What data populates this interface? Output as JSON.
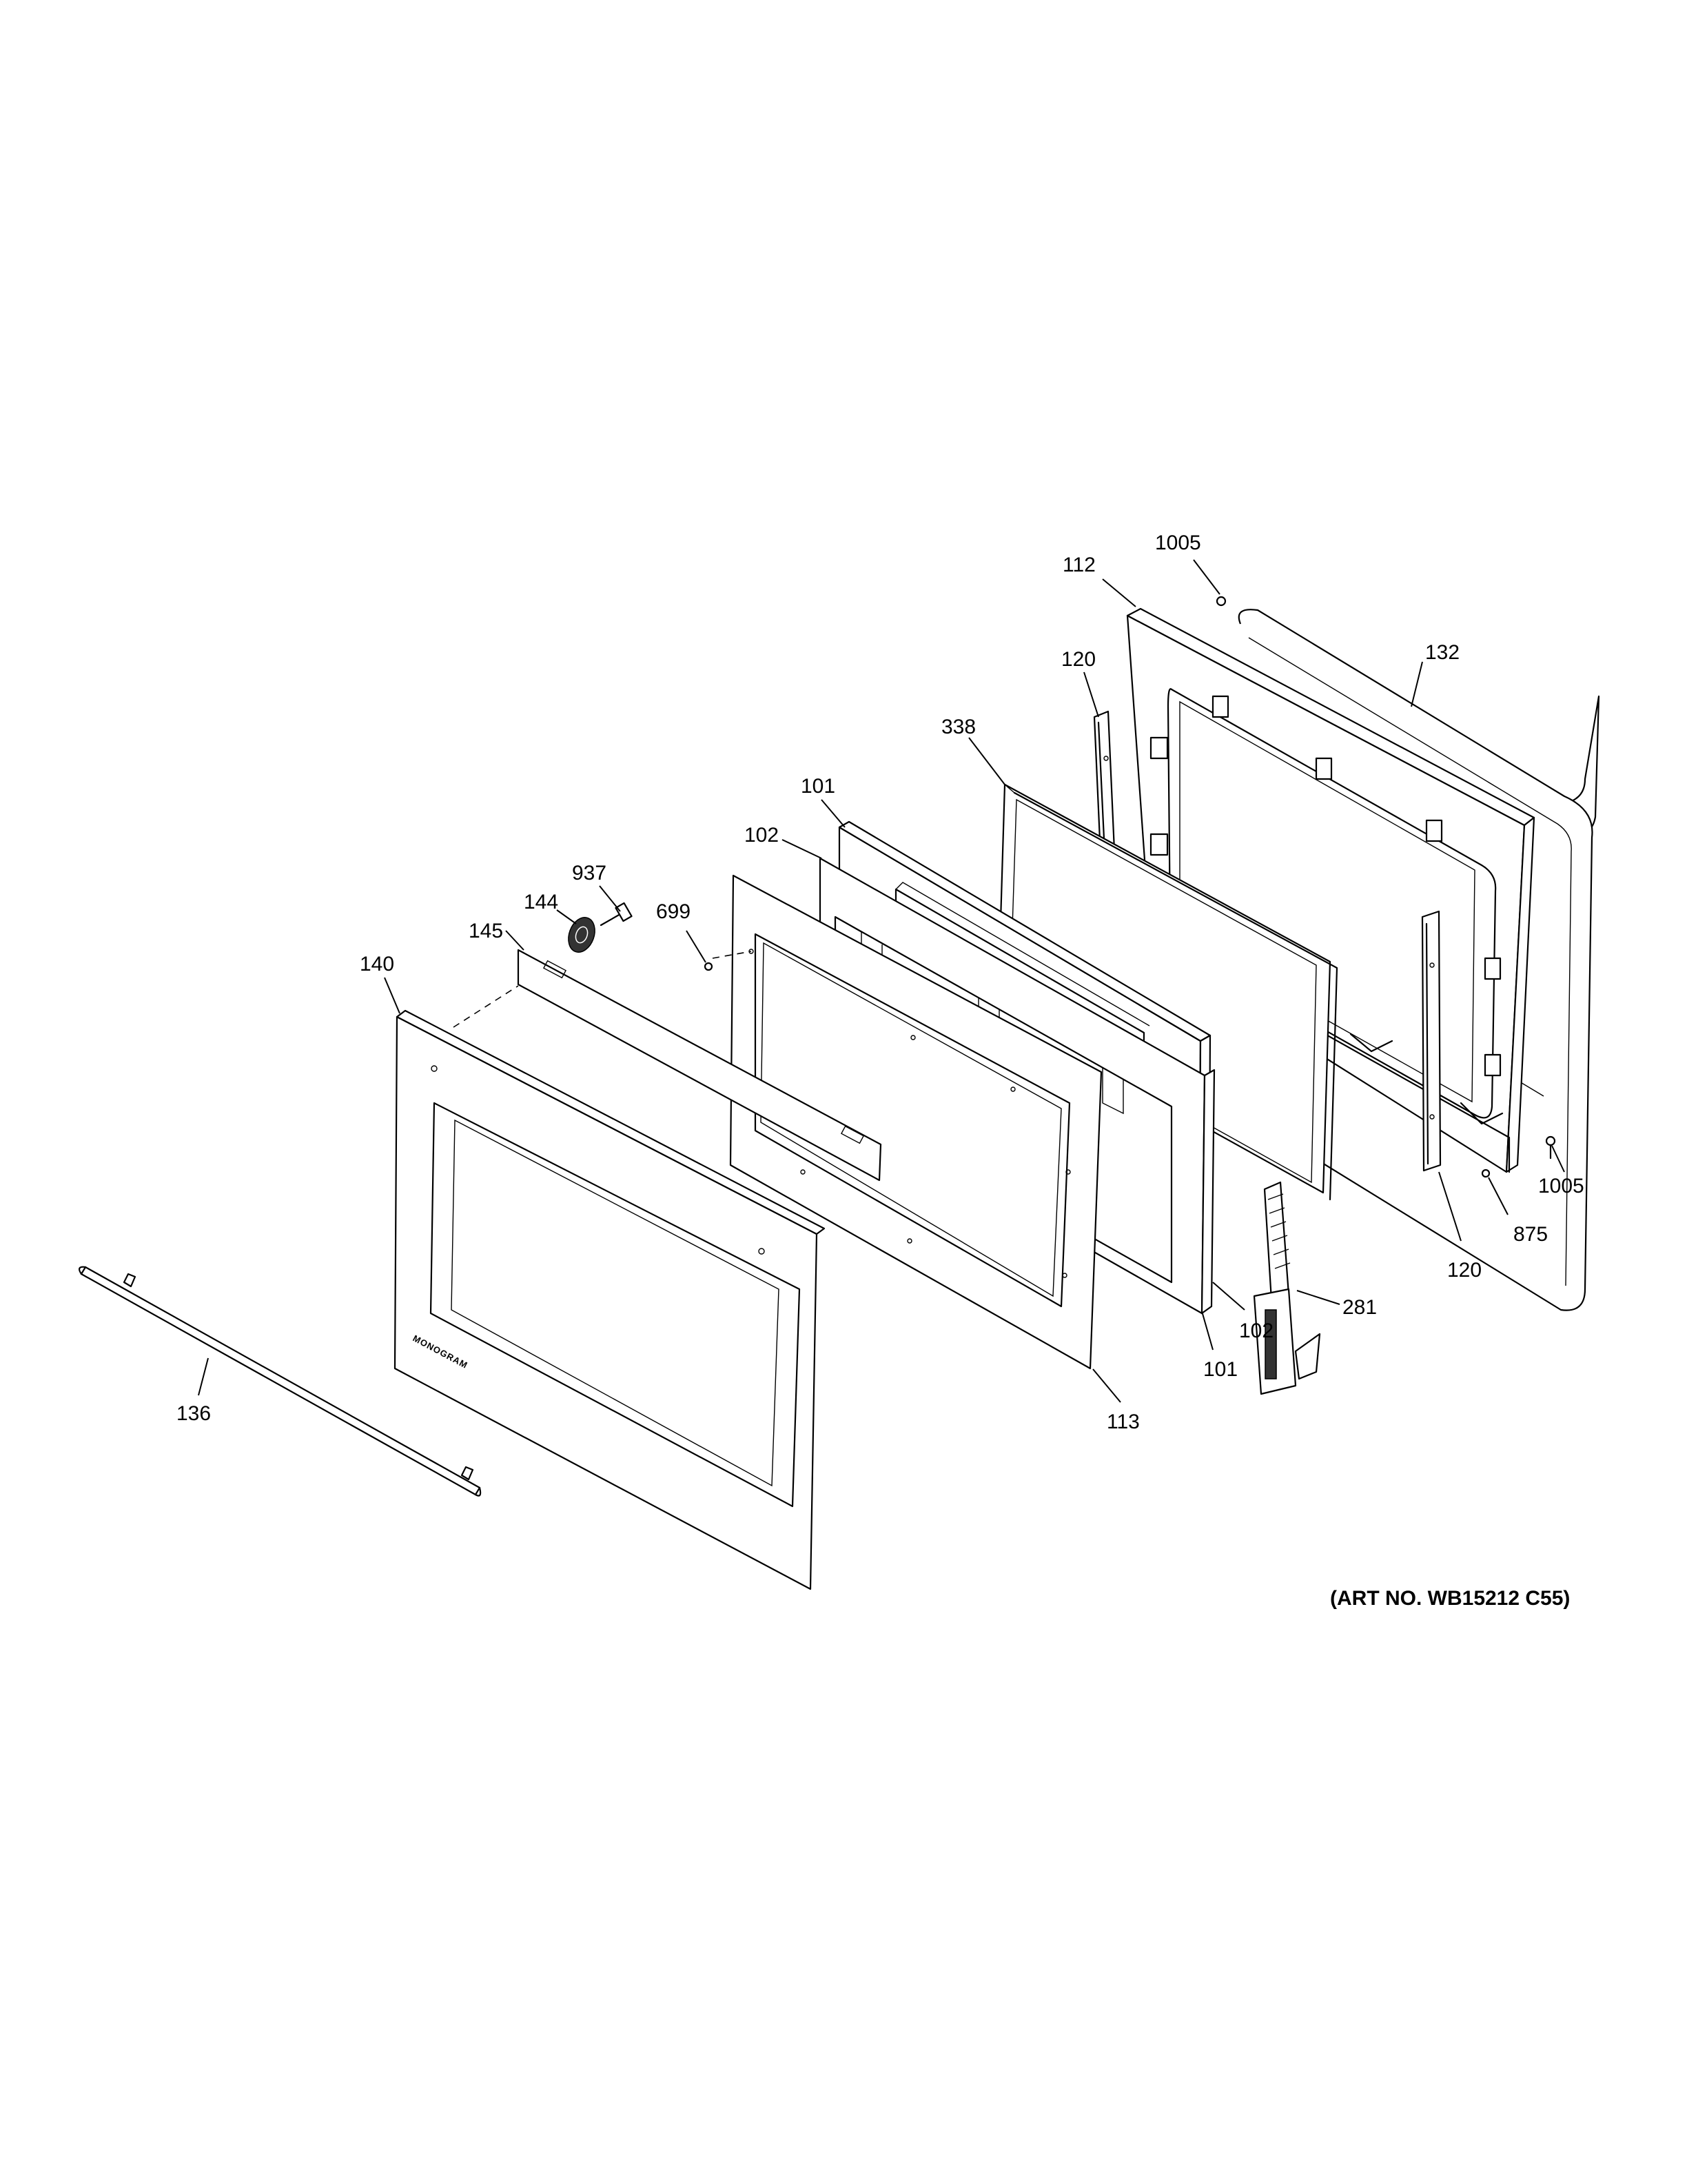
{
  "diagram": {
    "art_number": "(ART NO. WB15212 C55)",
    "brand_mark": "MONOGRAM",
    "callouts": {
      "c1005_top": "1005",
      "c112": "112",
      "c132": "132",
      "c120_top": "120",
      "c338": "338",
      "c101_top": "101",
      "c102_top": "102",
      "c937": "937",
      "c144": "144",
      "c145": "145",
      "c699": "699",
      "c140": "140",
      "c1005_right": "1005",
      "c875": "875",
      "c120_bottom": "120",
      "c281": "281",
      "c102_bottom": "102",
      "c101_bottom": "101",
      "c113": "113",
      "c136": "136"
    }
  }
}
